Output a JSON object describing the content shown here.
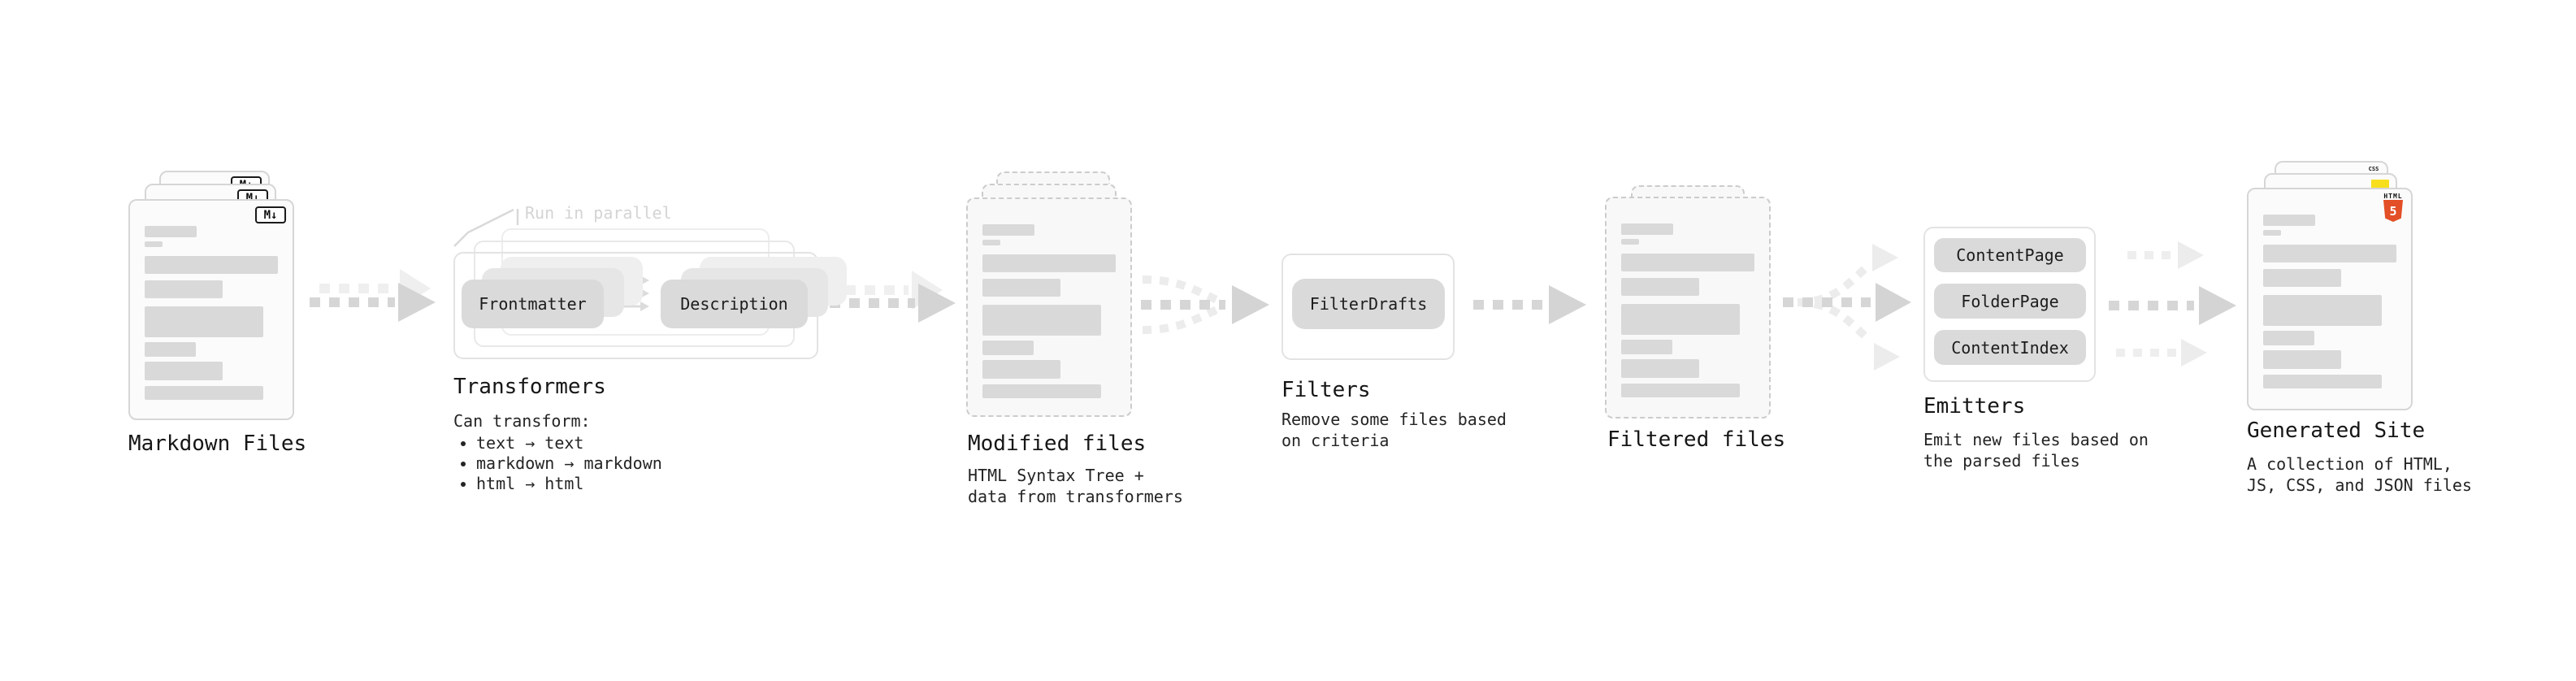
{
  "sections": {
    "markdown": {
      "label": "Markdown Files",
      "badge": "M↓"
    },
    "transformers": {
      "annotation": "Run in parallel",
      "buttons": {
        "frontmatter": "Frontmatter",
        "description": "Description"
      },
      "label": "Transformers",
      "description_title": "Can transform:",
      "bullets": [
        "text → text",
        "markdown → markdown",
        "html → html"
      ]
    },
    "modified": {
      "label": "Modified files",
      "description": "HTML Syntax Tree +\ndata from transformers"
    },
    "filters": {
      "button": "FilterDrafts",
      "label": "Filters",
      "description": "Remove some files based\non criteria"
    },
    "filtered": {
      "label": "Filtered files"
    },
    "emitters": {
      "buttons": [
        "ContentPage",
        "FolderPage",
        "ContentIndex"
      ],
      "label": "Emitters",
      "description": "Emit new files based on\nthe parsed files"
    },
    "generated": {
      "label": "Generated Site",
      "description": "A collection of HTML,\nJS, CSS, and JSON files",
      "badges": {
        "html_text": "HTML",
        "html_number": "5",
        "css": "CSS"
      }
    }
  },
  "colors": {
    "html5_orange": "#e34f26",
    "js_yellow": "#f7df1e",
    "css_blue": "#2965f1",
    "arrow_dark": "#d4d4d4",
    "arrow_light": "#ececec",
    "bar_gray": "#d9d9d9"
  }
}
